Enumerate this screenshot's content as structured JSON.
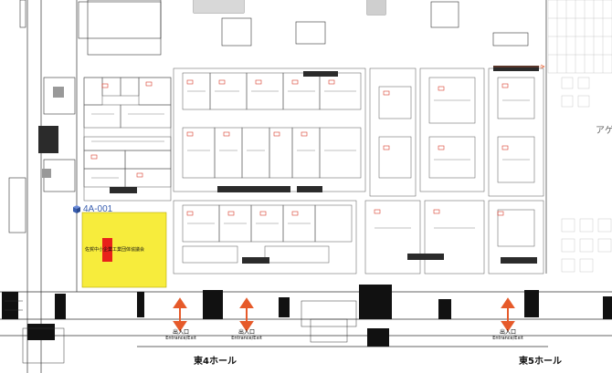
{
  "map": {
    "highlight": {
      "booth_id": "4A-001",
      "exhibitor": "佐賀中小企業工業団体協議会",
      "fill_color": "#f7ec3c",
      "marker_color": "#e8211a",
      "id_color": "#3a5fb0"
    },
    "halls": [
      {
        "label": "東4ホール"
      },
      {
        "label": "東5ホール"
      }
    ],
    "entrances": [
      {
        "label": "出入口",
        "sublabel": "Entrance/Exit"
      },
      {
        "label": "出入口",
        "sublabel": "Entrance/Exit"
      },
      {
        "label": "出入口",
        "sublabel": "Entrance/Exit"
      }
    ],
    "right_edge_text": "アゲ",
    "arrow_color": "#e65a2a"
  }
}
